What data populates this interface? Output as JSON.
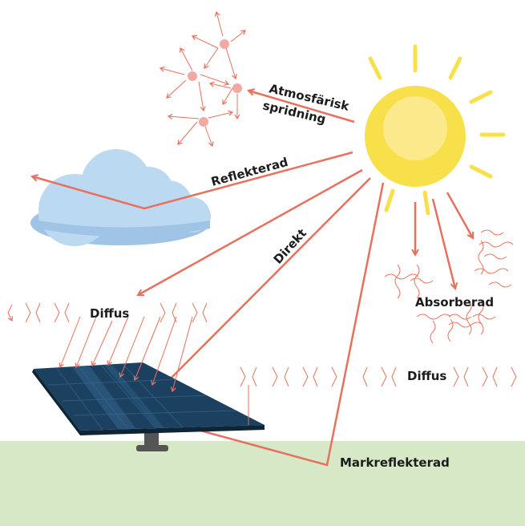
{
  "labels": {
    "atmospheric_line1": "Atmosfärisk",
    "atmospheric_line2": "spridning",
    "reflected": "Reflekterad",
    "direct": "Direkt",
    "diffuse_left": "Diffus",
    "diffuse_right": "Diffus",
    "absorbed": "Absorberad",
    "ground_reflected": "Markreflekterad"
  },
  "colors": {
    "arrow": "#e8705e",
    "sun_outer": "#f8e04a",
    "sun_inner": "#fbe98c",
    "sun_ray": "#f8e04a",
    "cloud": "#bcd9f2",
    "cloud_shadow": "#9fc4e6",
    "panel": "#1c4160",
    "panel_edge": "#0e2538",
    "ground": "#d6e8c6",
    "particle": "#f1a9a2",
    "text": "#1c1c1c"
  },
  "icons": [
    "sun-icon",
    "cloud-icon",
    "solar-panel-icon",
    "particle-icon"
  ]
}
